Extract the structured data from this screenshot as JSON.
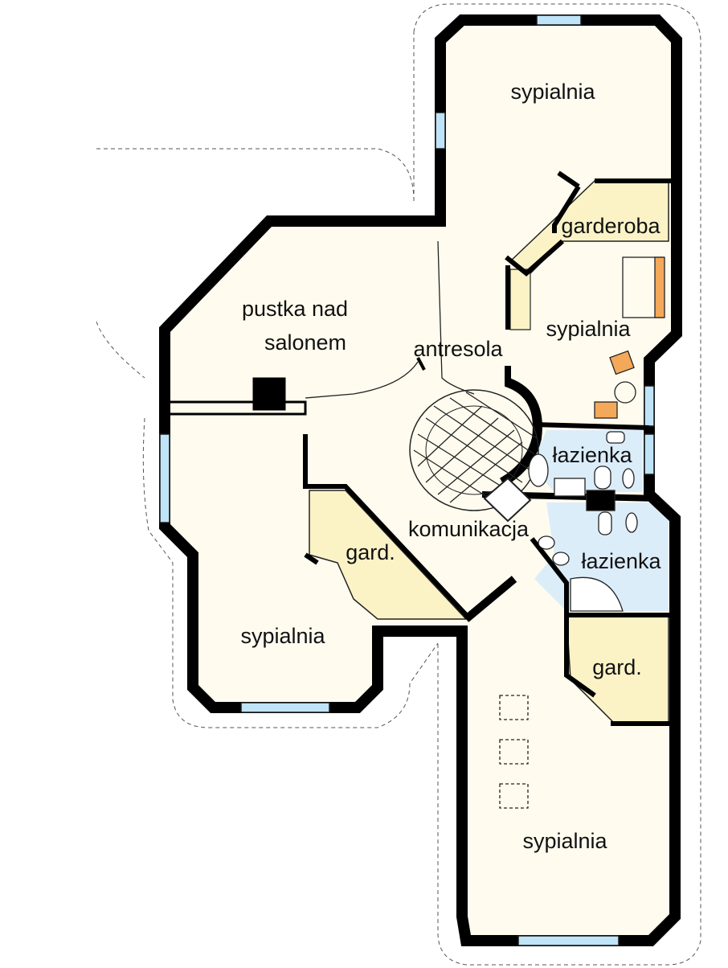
{
  "title": "Floor plan - attic",
  "colors": {
    "floor": "#fffcef",
    "wardrobe": "#fbf3c6",
    "bathroom": "#dcedfa",
    "wall": "#000000",
    "window": "#bfe3f7",
    "furniture_green": "#9fd27a",
    "furniture_orange": "#f4a85a"
  },
  "rooms": {
    "bedroom_top": "sypialnia",
    "wardrobe_top": "garderoba",
    "bedroom_right": "sypialnia",
    "void_line1": "pustka nad",
    "void_line2": "salonem",
    "mezzanine": "antresola",
    "bathroom_1": "łazienka",
    "hall": "komunikacja",
    "bathroom_2": "łazienka",
    "wardrobe_left": "gard.",
    "wardrobe_right": "gard.",
    "bedroom_left": "sypialnia",
    "bedroom_bottom": "sypialnia"
  }
}
